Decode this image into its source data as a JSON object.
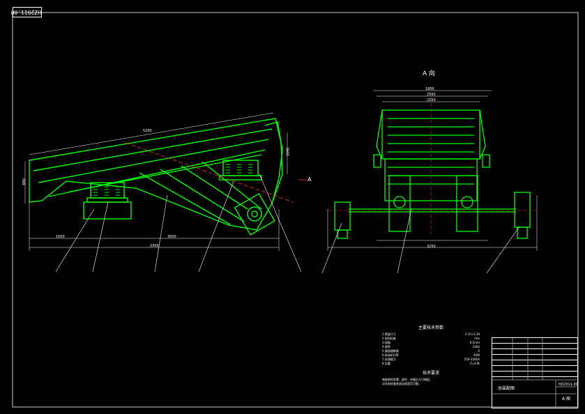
{
  "drawing": {
    "stamp_number": "HZ2011.00",
    "view_label": "A 向",
    "section_arrow": "A",
    "dimensions": [
      "5200",
      "1600",
      "3000",
      "2300",
      "880",
      "1690",
      "1800",
      "2560",
      "2150",
      "3250"
    ],
    "tech_params": {
      "heading": "主要技术参数",
      "rows": [
        [
          "1.筛面尺寸",
          "2.35×5.39"
        ],
        [
          "2.给料粒度",
          "mm"
        ],
        [
          "3.振幅",
          "9.5mm"
        ],
        [
          "4.频率",
          "16Hz"
        ],
        [
          "5.激振器数量",
          "2"
        ],
        [
          "6.电动机功率",
          "4kW"
        ],
        [
          "7.处理能力",
          "250-350t/h"
        ],
        [
          "8.总重",
          "Z=4.8t"
        ]
      ]
    },
    "tech_requirements": {
      "heading": "技术要求",
      "lines": [
        "装配前检验零、部件，合格后方可装配。",
        "试车前检查各部连接是否可靠。"
      ]
    },
    "title_block": {
      "drawing_no": "HZ2011.00",
      "name": "总装配图",
      "scale": "A 图"
    }
  },
  "colors": {
    "outline": "#00ff00",
    "centerline": "#ff3333",
    "annotation": "#ffffff",
    "background": "#000000"
  }
}
